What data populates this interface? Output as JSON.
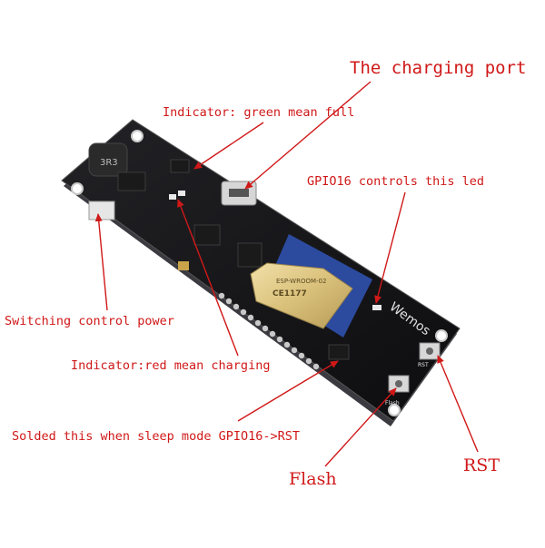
{
  "labels": {
    "charging_port": "The charging port",
    "green_indicator": "Indicator: green mean full",
    "gpio16_led": "GPIO16 controls this led",
    "switch_power": "Switching control power",
    "red_indicator": "Indicator:red mean charging",
    "solder_sleep": "Solded this when sleep mode GPIO16->RST",
    "flash": "Flash",
    "rst": "RST"
  },
  "board": {
    "inductor_marking": "3R3",
    "module_brand": "ESP-WROOM-02",
    "module_cert": "CE1177",
    "logo": "Wemos",
    "button_flash_silk": "Flash",
    "button_rst_silk": "RST"
  },
  "colors": {
    "annotation": "#d01818",
    "pcb": "#141416",
    "module_shield": "#d9c07a",
    "antenna": "#2c4a9e",
    "header_pads": "#c9c9c9",
    "background": "#ffffff"
  }
}
